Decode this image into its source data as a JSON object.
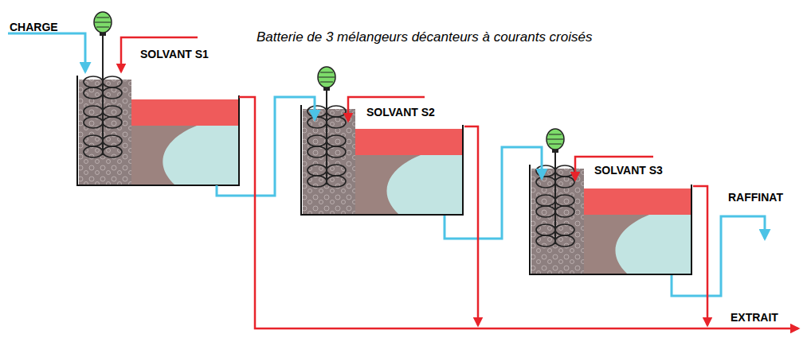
{
  "diagram": {
    "title": "Batterie de 3 mélangeurs décanteurs à courants croisés",
    "labels": [
      "CHARGE",
      "SOLVANT S1",
      "SOLVANT S2",
      "SOLVANT S3",
      "RAFFINAT",
      "EXTRAIT"
    ]
  }
}
